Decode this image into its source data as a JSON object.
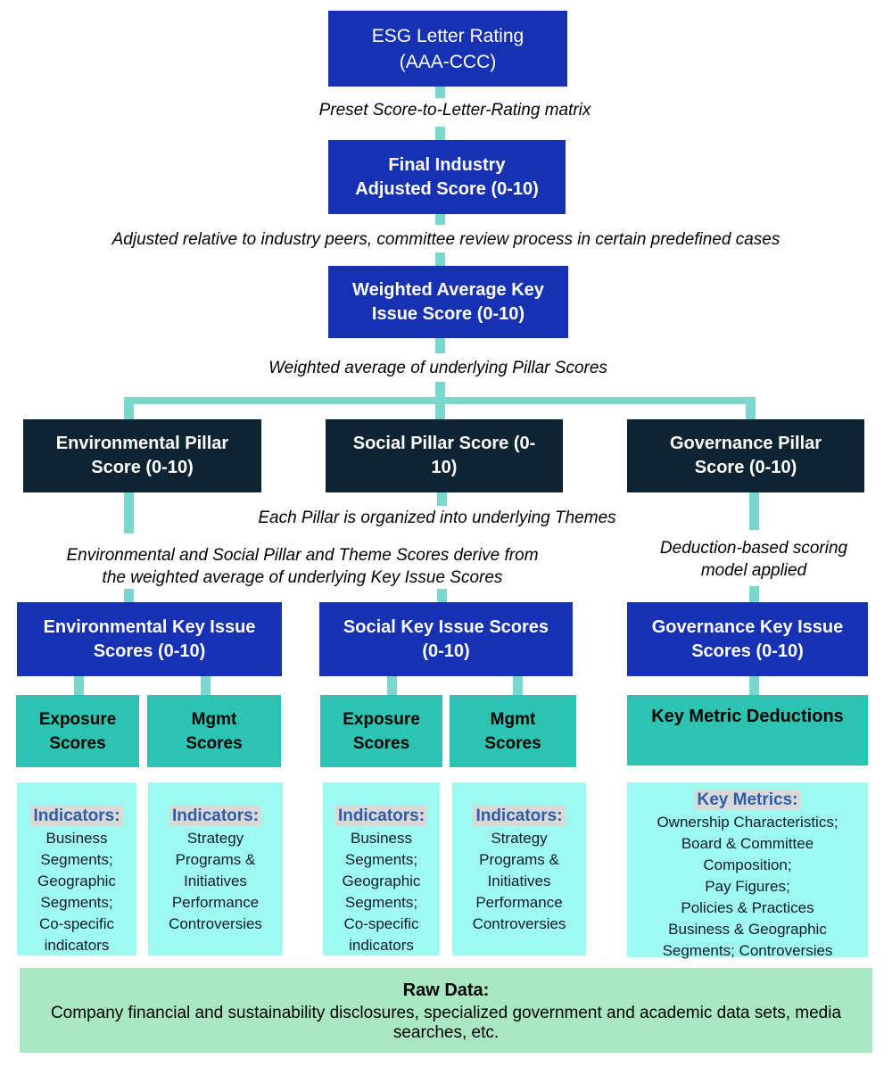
{
  "title": "ESG scoring methodology flow",
  "colors": {
    "blue_box": "#1632b2",
    "navy_box": "#0e2433",
    "teal_box": "#2cc3b2",
    "connector": "#7bd6cb",
    "cyan_box": "#9efaf1",
    "green_box": "#a9e7c3",
    "indicator_label_blue": "#2e5ca8",
    "indicator_label_highlight": "#d9d9d9"
  },
  "nodes": {
    "esg": "ESG Letter Rating\n(AAA-CCC)",
    "final": "Final Industry\nAdjusted Score (0-10)",
    "weighted": "Weighted Average Key\nIssue Score (0-10)",
    "env_pillar": "Environmental Pillar\nScore (0-10)",
    "social_pillar": "Social Pillar Score (0-\n10)",
    "gov_pillar": "Governance Pillar\nScore (0-10)",
    "env_key": "Environmental Key Issue\nScores (0-10)",
    "social_key": "Social Key Issue Scores\n(0-10)",
    "gov_key": "Governance Key Issue\nScores (0-10)",
    "exposure": "Exposure\nScores",
    "mgmt": "Mgmt\nScores",
    "key_metric": "Key Metric Deductions"
  },
  "captions": {
    "preset": "Preset Score-to-Letter-Rating matrix",
    "adjusted": "Adjusted relative to industry peers, committee review process in certain predefined cases",
    "weighted_avg": "Weighted average of underlying Pillar Scores",
    "themes": "Each Pillar is organized into underlying Themes",
    "env_social_derive": "Environmental and Social Pillar and Theme Scores derive from\nthe weighted average of underlying Key Issue Scores",
    "deduction": "Deduction-based scoring\nmodel applied"
  },
  "indicators": {
    "label": "Indicators:",
    "business": "Business\nSegments;\nGeographic\nSegments;\nCo-specific\nindicators",
    "strategy": "Strategy\nPrograms &\nInitiatives\nPerformance\nControversies",
    "key_metrics_label": "Key Metrics:",
    "key_metrics_body": "Ownership Characteristics;\nBoard & Committee\nComposition;\nPay Figures;\nPolicies & Practices\nBusiness & Geographic\nSegments; Controversies"
  },
  "raw_data": {
    "label": "Raw Data:",
    "body": "Company financial and sustainability disclosures, specialized government and academic data sets, media\nsearches, etc."
  }
}
